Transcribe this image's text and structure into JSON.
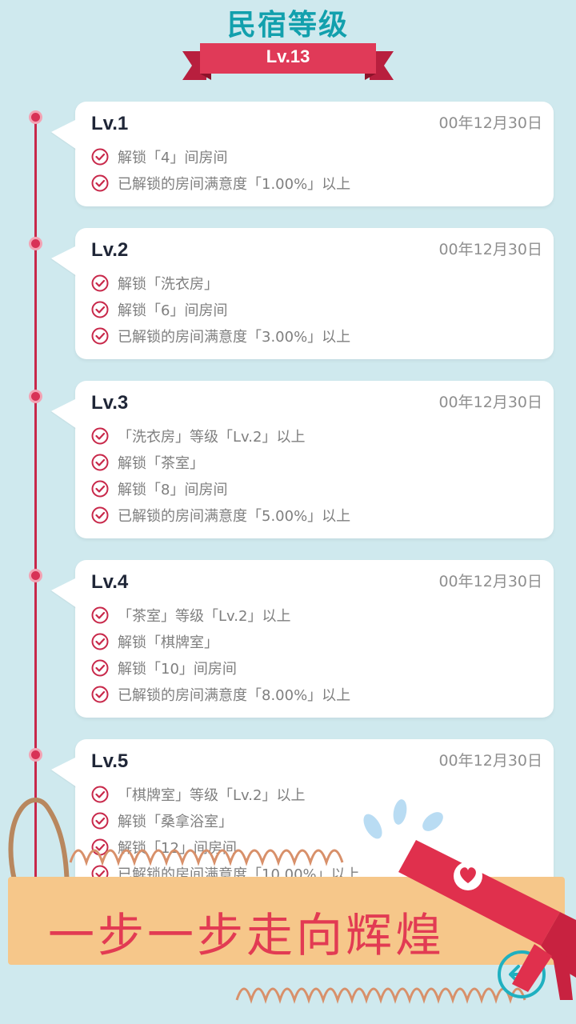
{
  "header": {
    "title": "民宿等级",
    "current_level": "Lv.13"
  },
  "levels": [
    {
      "label": "Lv.1",
      "date": "00年12月30日",
      "requirements": [
        "解锁「4」间房间",
        "已解锁的房间满意度「1.00%」以上"
      ]
    },
    {
      "label": "Lv.2",
      "date": "00年12月30日",
      "requirements": [
        "解锁「洗衣房」",
        "解锁「6」间房间",
        "已解锁的房间满意度「3.00%」以上"
      ]
    },
    {
      "label": "Lv.3",
      "date": "00年12月30日",
      "requirements": [
        "「洗衣房」等级「Lv.2」以上",
        "解锁「茶室」",
        "解锁「8」间房间",
        "已解锁的房间满意度「5.00%」以上"
      ]
    },
    {
      "label": "Lv.4",
      "date": "00年12月30日",
      "requirements": [
        "「茶室」等级「Lv.2」以上",
        "解锁「棋牌室」",
        "解锁「10」间房间",
        "已解锁的房间满意度「8.00%」以上"
      ]
    },
    {
      "label": "Lv.5",
      "date": "00年12月30日",
      "requirements": [
        "「棋牌室」等级「Lv.2」以上",
        "解锁「桑拿浴室」",
        "解锁「12」间房间",
        "已解锁的房间满意度「10.00%」以上"
      ]
    }
  ],
  "banner": {
    "slogan": "一步一步走向辉煌"
  },
  "icons": {
    "check": "check-circle-icon",
    "heart": "heart-icon",
    "back": "back-arrow-icon"
  },
  "colors": {
    "accent": "#c8284a",
    "title": "#12a0ad",
    "background": "#cfe9ee",
    "banner": "#f6c78a"
  }
}
